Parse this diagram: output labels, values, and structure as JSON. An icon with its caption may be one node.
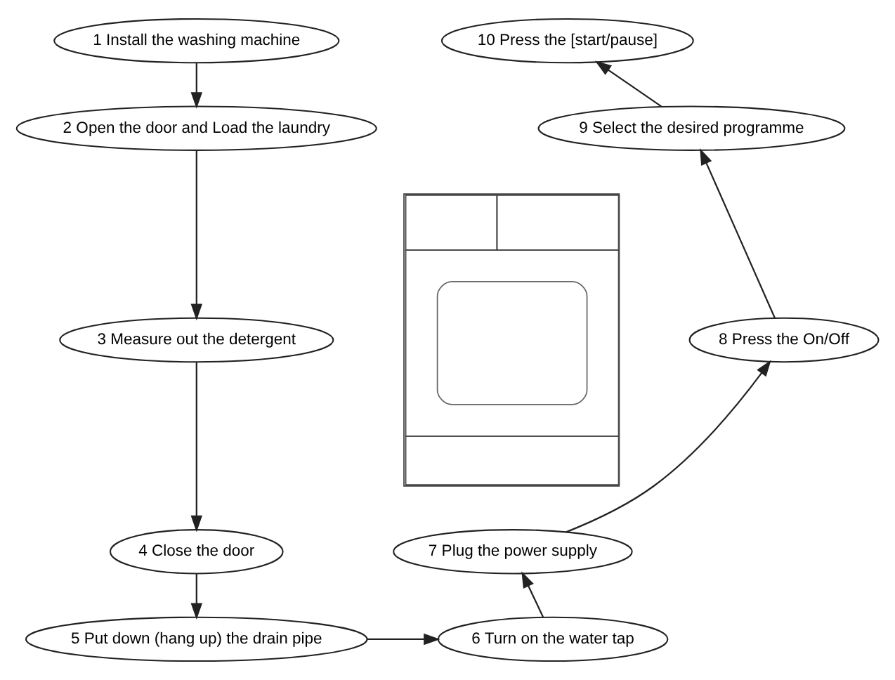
{
  "diagram": {
    "nodes": [
      {
        "text": [
          "1 Install the washing machine"
        ]
      },
      {
        "text": [
          "2 Open the door and Load the laundry"
        ]
      },
      {
        "text": [
          "3 Measure out the detergent"
        ]
      },
      {
        "text": [
          "4 Close the door"
        ]
      },
      {
        "text": [
          "5 Put down (hang up) the drain pipe"
        ]
      },
      {
        "text": [
          "6 Turn on the water tap"
        ]
      },
      {
        "text": [
          "7 Plug the power supply"
        ]
      },
      {
        "text": [
          "8 Press the On/Off"
        ]
      },
      {
        "text": [
          "9 Select the desired programme"
        ]
      },
      {
        "text": [
          "10 Press the [start/pause]"
        ]
      },
      {
        "text": [],
        "shape": "picture"
      }
    ],
    "edges": [
      {
        "from": 0,
        "to": 1,
        "arrow": "to"
      },
      {
        "from": 1,
        "to": 2,
        "arrow": "to"
      },
      {
        "from": 2,
        "to": 3,
        "arrow": "to"
      },
      {
        "from": 3,
        "to": 4,
        "arrow": "to"
      },
      {
        "from": 4,
        "to": 5,
        "arrow": "to"
      },
      {
        "from": 5,
        "to": 6,
        "arrow": "to"
      },
      {
        "from": 6,
        "to": 7,
        "arrow": "to"
      },
      {
        "from": 7,
        "to": 8,
        "arrow": "to"
      },
      {
        "from": 8,
        "to": 9,
        "arrow": "to"
      }
    ]
  }
}
